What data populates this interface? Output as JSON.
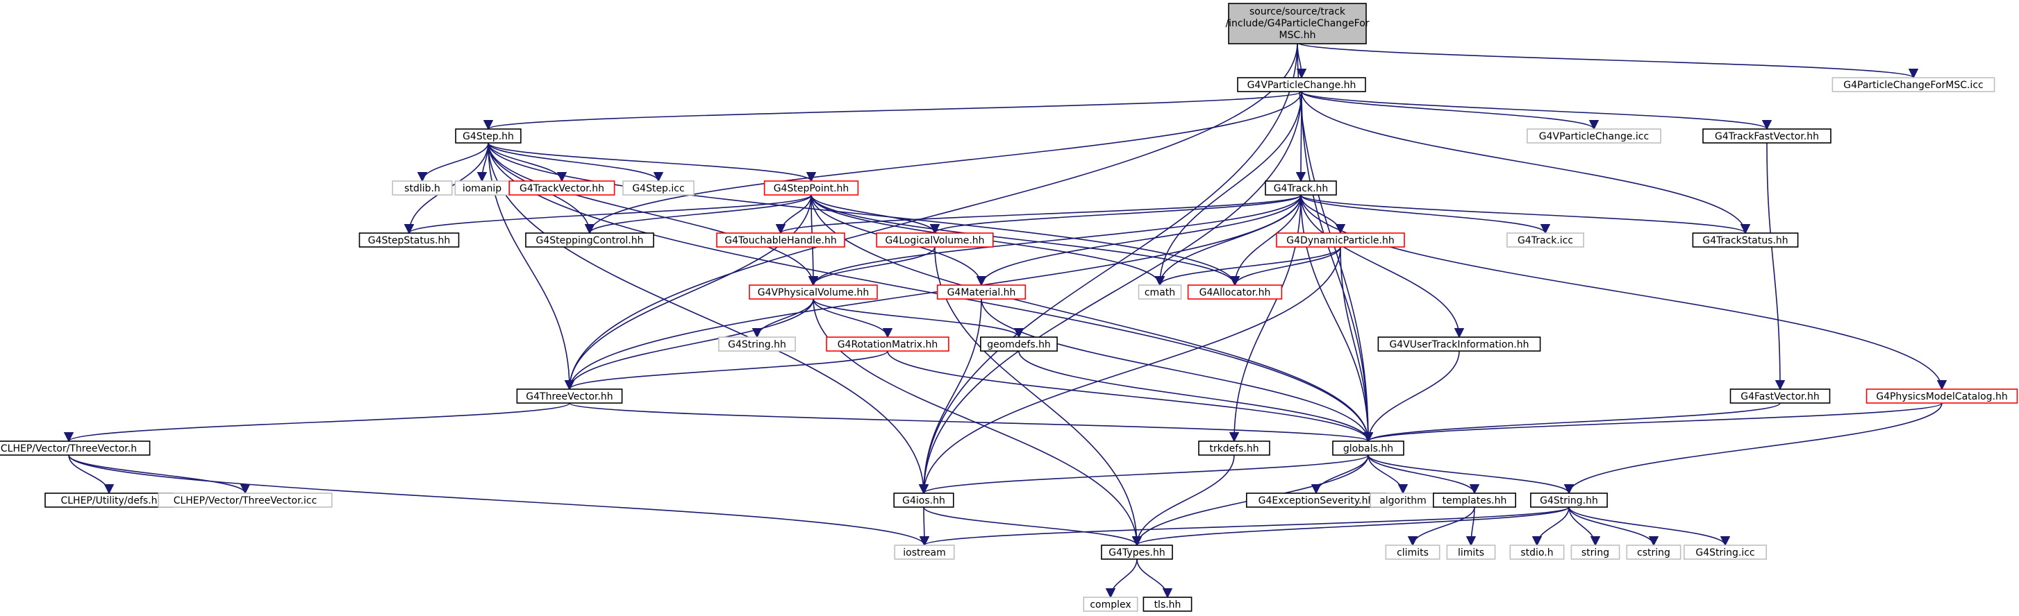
{
  "palette": {
    "edge": "#191970",
    "node_black": "#000000",
    "node_red": "#ff0000",
    "node_grey": "#bfbfbf",
    "root_fill": "#bfbfbf",
    "white": "#ffffff"
  },
  "graph": {
    "root": {
      "id": "root",
      "lines": [
        "source/source/track",
        "/include/G4ParticleChangeFor",
        "MSC.hh"
      ]
    },
    "nodes": [
      {
        "id": "vpc",
        "label": "G4VParticleChange.hh",
        "style": "black"
      },
      {
        "id": "pcfmsc_icc",
        "label": "G4ParticleChangeForMSC.icc",
        "style": "grey"
      },
      {
        "id": "step",
        "label": "G4Step.hh",
        "style": "black"
      },
      {
        "id": "vpc_icc",
        "label": "G4VParticleChange.icc",
        "style": "grey"
      },
      {
        "id": "tfv",
        "label": "G4TrackFastVector.hh",
        "style": "black"
      },
      {
        "id": "stdlib",
        "label": "stdlib.h",
        "style": "grey"
      },
      {
        "id": "iomanip",
        "label": "iomanip",
        "style": "grey"
      },
      {
        "id": "trackvector",
        "label": "G4TrackVector.hh",
        "style": "red"
      },
      {
        "id": "step_icc",
        "label": "G4Step.icc",
        "style": "grey"
      },
      {
        "id": "steppoint",
        "label": "G4StepPoint.hh",
        "style": "red"
      },
      {
        "id": "track",
        "label": "G4Track.hh",
        "style": "black"
      },
      {
        "id": "stepstatus",
        "label": "G4StepStatus.hh",
        "style": "black"
      },
      {
        "id": "steppingcontrol",
        "label": "G4SteppingControl.hh",
        "style": "black"
      },
      {
        "id": "touchable",
        "label": "G4TouchableHandle.hh",
        "style": "red"
      },
      {
        "id": "logical",
        "label": "G4LogicalVolume.hh",
        "style": "red"
      },
      {
        "id": "dynamic",
        "label": "G4DynamicParticle.hh",
        "style": "red"
      },
      {
        "id": "track_icc",
        "label": "G4Track.icc",
        "style": "grey"
      },
      {
        "id": "trackstatus",
        "label": "G4TrackStatus.hh",
        "style": "black"
      },
      {
        "id": "vphys",
        "label": "G4VPhysicalVolume.hh",
        "style": "red"
      },
      {
        "id": "material",
        "label": "G4Material.hh",
        "style": "red"
      },
      {
        "id": "cmath",
        "label": "cmath",
        "style": "grey"
      },
      {
        "id": "allocator",
        "label": "G4Allocator.hh",
        "style": "red"
      },
      {
        "id": "g4string",
        "label": "G4String.hh",
        "style": "grey"
      },
      {
        "id": "rotation",
        "label": "G4RotationMatrix.hh",
        "style": "red"
      },
      {
        "id": "geomdefs",
        "label": "geomdefs.hh",
        "style": "black"
      },
      {
        "id": "vuti",
        "label": "G4VUserTrackInformation.hh",
        "style": "black"
      },
      {
        "id": "fastvector",
        "label": "G4FastVector.hh",
        "style": "black"
      },
      {
        "id": "pmc",
        "label": "G4PhysicsModelCatalog.hh",
        "style": "red"
      },
      {
        "id": "threevector",
        "label": "G4ThreeVector.hh",
        "style": "black"
      },
      {
        "id": "clhep_tv",
        "label": "CLHEP/Vector/ThreeVector.h",
        "style": "black"
      },
      {
        "id": "trkdefs",
        "label": "trkdefs.hh",
        "style": "black"
      },
      {
        "id": "globals",
        "label": "globals.hh",
        "style": "black"
      },
      {
        "id": "clhep_defs",
        "label": "CLHEP/Utility/defs.h",
        "style": "black"
      },
      {
        "id": "clhep_icc",
        "label": "CLHEP/Vector/ThreeVector.icc",
        "style": "grey"
      },
      {
        "id": "g4ios",
        "label": "G4ios.hh",
        "style": "black"
      },
      {
        "id": "excsev",
        "label": "G4ExceptionSeverity.hh",
        "style": "black"
      },
      {
        "id": "algorithm",
        "label": "algorithm",
        "style": "grey"
      },
      {
        "id": "templates",
        "label": "templates.hh",
        "style": "black"
      },
      {
        "id": "g4string2",
        "label": "G4String.hh",
        "style": "black"
      },
      {
        "id": "iostream",
        "label": "iostream",
        "style": "grey"
      },
      {
        "id": "g4types",
        "label": "G4Types.hh",
        "style": "black"
      },
      {
        "id": "climits",
        "label": "climits",
        "style": "grey"
      },
      {
        "id": "limits",
        "label": "limits",
        "style": "grey"
      },
      {
        "id": "stdio",
        "label": "stdio.h",
        "style": "grey"
      },
      {
        "id": "string",
        "label": "string",
        "style": "grey"
      },
      {
        "id": "cstring",
        "label": "cstring",
        "style": "grey"
      },
      {
        "id": "g4string_icc",
        "label": "G4String.icc",
        "style": "grey"
      },
      {
        "id": "complex",
        "label": "complex",
        "style": "grey"
      },
      {
        "id": "tls",
        "label": "tls.hh",
        "style": "black"
      }
    ],
    "edges": [
      [
        "root",
        "vpc"
      ],
      [
        "root",
        "pcfmsc_icc"
      ],
      [
        "root",
        "globals"
      ],
      [
        "root",
        "g4ios"
      ],
      [
        "root",
        "threevector"
      ],
      [
        "vpc",
        "step"
      ],
      [
        "vpc",
        "track"
      ],
      [
        "vpc",
        "tfv"
      ],
      [
        "vpc",
        "vpc_icc"
      ],
      [
        "vpc",
        "trackstatus"
      ],
      [
        "vpc",
        "steppingcontrol"
      ],
      [
        "vpc",
        "cmath"
      ],
      [
        "vpc",
        "globals"
      ],
      [
        "vpc",
        "g4ios"
      ],
      [
        "step",
        "stdlib"
      ],
      [
        "step",
        "iomanip"
      ],
      [
        "step",
        "trackvector"
      ],
      [
        "step",
        "step_icc"
      ],
      [
        "step",
        "steppoint"
      ],
      [
        "step",
        "stepstatus"
      ],
      [
        "step",
        "steppingcontrol"
      ],
      [
        "step",
        "vphys"
      ],
      [
        "step",
        "threevector"
      ],
      [
        "step",
        "g4ios"
      ],
      [
        "step",
        "globals"
      ],
      [
        "step",
        "allocator"
      ],
      [
        "steppoint",
        "stepstatus"
      ],
      [
        "steppoint",
        "steppingcontrol"
      ],
      [
        "steppoint",
        "touchable"
      ],
      [
        "steppoint",
        "logical"
      ],
      [
        "steppoint",
        "vphys"
      ],
      [
        "steppoint",
        "material"
      ],
      [
        "steppoint",
        "cmath"
      ],
      [
        "steppoint",
        "allocator"
      ],
      [
        "steppoint",
        "globals"
      ],
      [
        "steppoint",
        "threevector"
      ],
      [
        "track",
        "touchable"
      ],
      [
        "track",
        "logical"
      ],
      [
        "track",
        "dynamic"
      ],
      [
        "track",
        "track_icc"
      ],
      [
        "track",
        "trackstatus"
      ],
      [
        "track",
        "vphys"
      ],
      [
        "track",
        "material"
      ],
      [
        "track",
        "cmath"
      ],
      [
        "track",
        "allocator"
      ],
      [
        "track",
        "vuti"
      ],
      [
        "track",
        "pmc"
      ],
      [
        "track",
        "trkdefs"
      ],
      [
        "track",
        "globals"
      ],
      [
        "track",
        "threevector"
      ],
      [
        "logical",
        "vphys"
      ],
      [
        "logical",
        "g4types"
      ],
      [
        "dynamic",
        "cmath"
      ],
      [
        "dynamic",
        "allocator"
      ],
      [
        "dynamic",
        "globals"
      ],
      [
        "dynamic",
        "g4ios"
      ],
      [
        "vphys",
        "g4string"
      ],
      [
        "vphys",
        "rotation"
      ],
      [
        "vphys",
        "geomdefs"
      ],
      [
        "vphys",
        "threevector"
      ],
      [
        "vphys",
        "g4types"
      ],
      [
        "material",
        "g4ios"
      ],
      [
        "material",
        "globals"
      ],
      [
        "rotation",
        "threevector"
      ],
      [
        "rotation",
        "globals"
      ],
      [
        "geomdefs",
        "globals"
      ],
      [
        "vuti",
        "globals"
      ],
      [
        "tfv",
        "fastvector"
      ],
      [
        "fastvector",
        "globals"
      ],
      [
        "pmc",
        "globals"
      ],
      [
        "pmc",
        "g4string2"
      ],
      [
        "threevector",
        "clhep_tv"
      ],
      [
        "threevector",
        "globals"
      ],
      [
        "clhep_tv",
        "clhep_defs"
      ],
      [
        "clhep_tv",
        "clhep_icc"
      ],
      [
        "clhep_tv",
        "iostream"
      ],
      [
        "trkdefs",
        "g4types"
      ],
      [
        "globals",
        "g4ios"
      ],
      [
        "globals",
        "excsev"
      ],
      [
        "globals",
        "algorithm"
      ],
      [
        "globals",
        "templates"
      ],
      [
        "globals",
        "g4string2"
      ],
      [
        "globals",
        "g4types"
      ],
      [
        "g4ios",
        "iostream"
      ],
      [
        "g4ios",
        "g4types"
      ],
      [
        "templates",
        "climits"
      ],
      [
        "templates",
        "limits"
      ],
      [
        "g4string2",
        "stdio"
      ],
      [
        "g4string2",
        "string"
      ],
      [
        "g4string2",
        "cstring"
      ],
      [
        "g4string2",
        "g4string_icc"
      ],
      [
        "g4string2",
        "g4types"
      ],
      [
        "g4string2",
        "iostream"
      ],
      [
        "g4types",
        "complex"
      ],
      [
        "g4types",
        "tls"
      ]
    ]
  }
}
